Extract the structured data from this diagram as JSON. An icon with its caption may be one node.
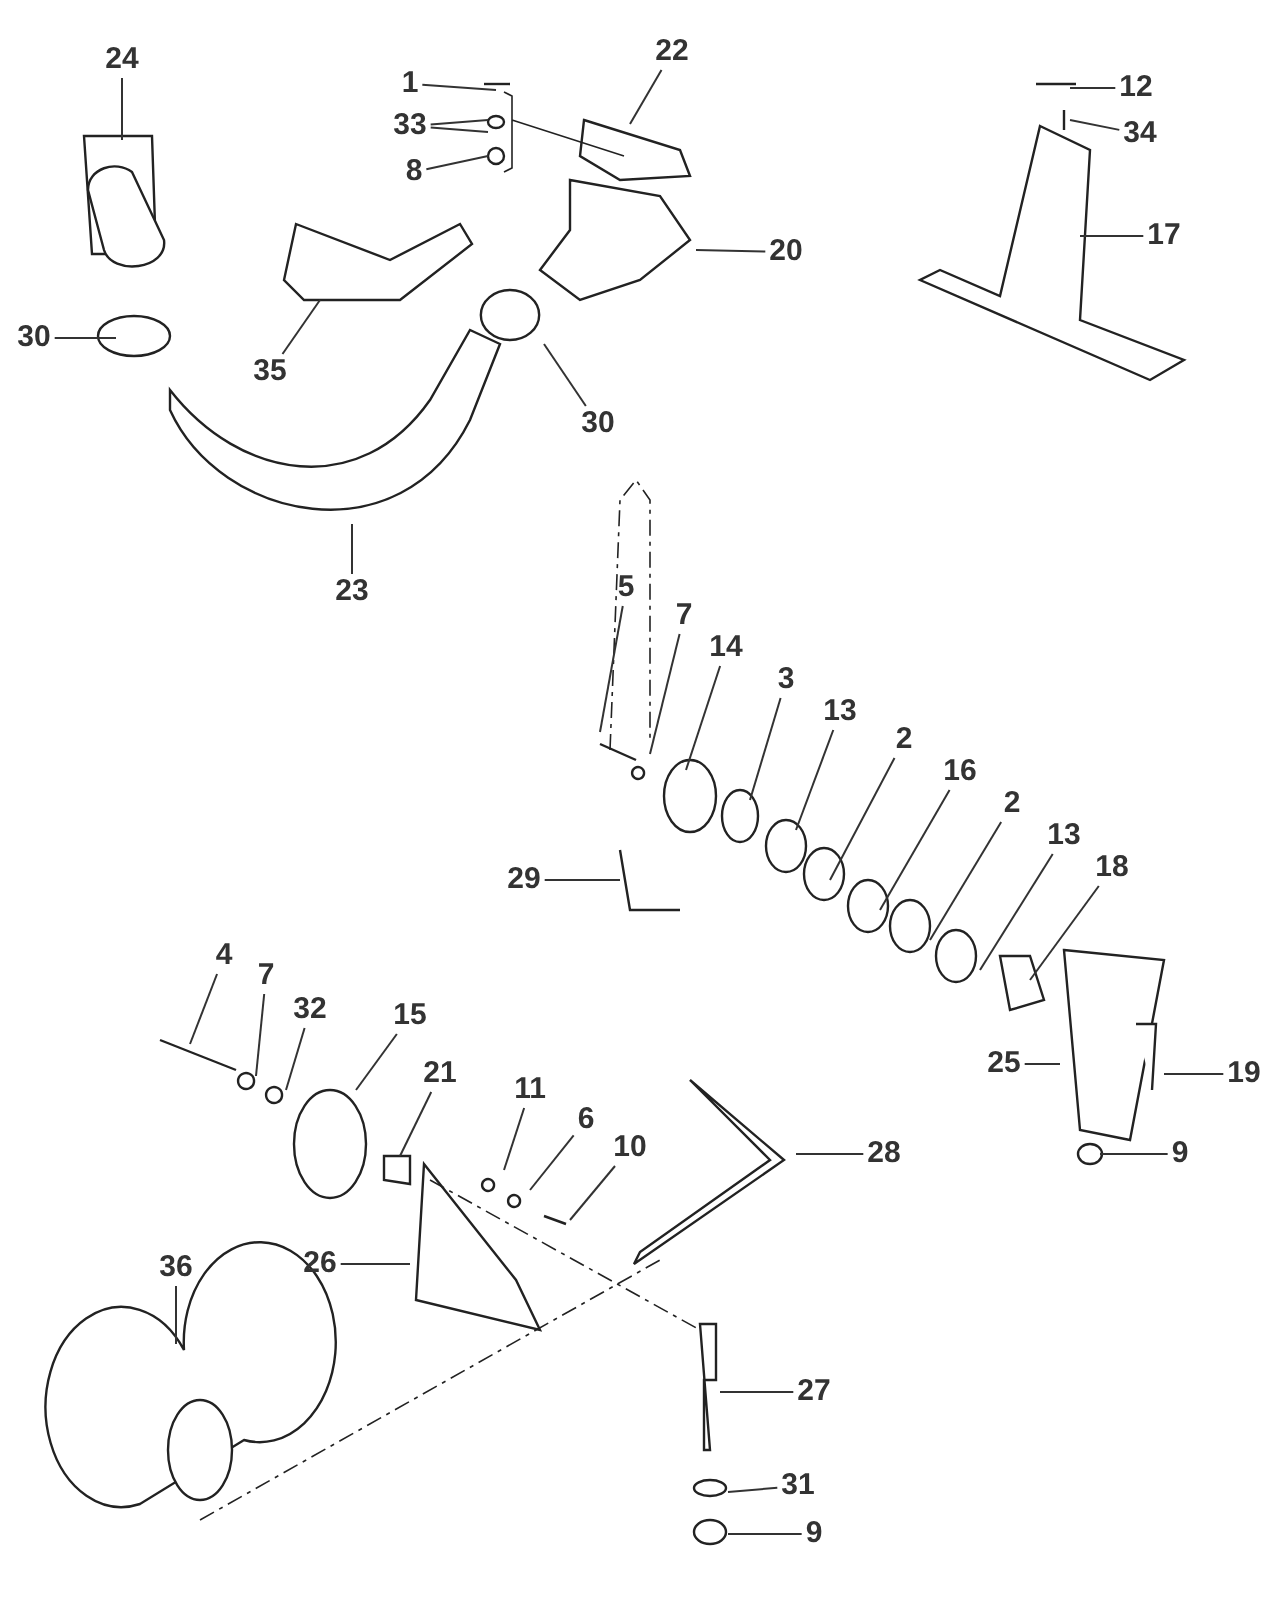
{
  "diagram": {
    "nodes": [
      {
        "text": [
          "24"
        ]
      },
      {
        "text": [
          "1"
        ]
      },
      {
        "text": [
          "33"
        ]
      },
      {
        "text": [
          "8"
        ]
      },
      {
        "text": [
          "22"
        ]
      },
      {
        "text": [
          "12"
        ]
      },
      {
        "text": [
          "34"
        ]
      },
      {
        "text": [
          "17"
        ]
      },
      {
        "text": [
          "20"
        ]
      },
      {
        "text": [
          "30"
        ]
      },
      {
        "text": [
          "35"
        ]
      },
      {
        "text": [
          "30"
        ]
      },
      {
        "text": [
          "23"
        ]
      },
      {
        "text": [
          "5"
        ]
      },
      {
        "text": [
          "7"
        ]
      },
      {
        "text": [
          "14"
        ]
      },
      {
        "text": [
          "3"
        ]
      },
      {
        "text": [
          "13"
        ]
      },
      {
        "text": [
          "2"
        ]
      },
      {
        "text": [
          "16"
        ]
      },
      {
        "text": [
          "2"
        ]
      },
      {
        "text": [
          "13"
        ]
      },
      {
        "text": [
          "18"
        ]
      },
      {
        "text": [
          "29"
        ]
      },
      {
        "text": [
          "4"
        ]
      },
      {
        "text": [
          "7"
        ]
      },
      {
        "text": [
          "32"
        ]
      },
      {
        "text": [
          "15"
        ]
      },
      {
        "text": [
          "25"
        ]
      },
      {
        "text": [
          "19"
        ]
      },
      {
        "text": [
          "21"
        ]
      },
      {
        "text": [
          "11"
        ]
      },
      {
        "text": [
          "6"
        ]
      },
      {
        "text": [
          "10"
        ]
      },
      {
        "text": [
          "28"
        ]
      },
      {
        "text": [
          "9"
        ]
      },
      {
        "text": [
          "26"
        ]
      },
      {
        "text": [
          "36"
        ]
      },
      {
        "text": [
          "27"
        ]
      },
      {
        "text": [
          "31"
        ]
      },
      {
        "text": [
          "9"
        ]
      }
    ],
    "edges": [
      {
        "from": 0,
        "to": null,
        "arrow": "none"
      },
      {
        "from": 1,
        "to": null,
        "arrow": "none"
      },
      {
        "from": 2,
        "to": null,
        "arrow": "none"
      },
      {
        "from": 2,
        "to": null,
        "arrow": "none"
      },
      {
        "from": 3,
        "to": null,
        "arrow": "none"
      },
      {
        "from": 4,
        "to": null,
        "arrow": "none"
      },
      {
        "from": 5,
        "to": null,
        "arrow": "none"
      },
      {
        "from": 6,
        "to": null,
        "arrow": "none"
      },
      {
        "from": 7,
        "to": null,
        "arrow": "none"
      },
      {
        "from": 8,
        "to": null,
        "arrow": "none"
      },
      {
        "from": 9,
        "to": null,
        "arrow": "none"
      },
      {
        "from": 10,
        "to": null,
        "arrow": "none"
      },
      {
        "from": 11,
        "to": null,
        "arrow": "none"
      },
      {
        "from": 12,
        "to": null,
        "arrow": "none"
      },
      {
        "from": 13,
        "to": null,
        "arrow": "none"
      },
      {
        "from": 14,
        "to": null,
        "arrow": "none"
      },
      {
        "from": 15,
        "to": null,
        "arrow": "none"
      },
      {
        "from": 16,
        "to": null,
        "arrow": "none"
      },
      {
        "from": 17,
        "to": null,
        "arrow": "none"
      },
      {
        "from": 18,
        "to": null,
        "arrow": "none"
      },
      {
        "from": 19,
        "to": null,
        "arrow": "none"
      },
      {
        "from": 20,
        "to": null,
        "arrow": "none"
      },
      {
        "from": 21,
        "to": null,
        "arrow": "none"
      },
      {
        "from": 22,
        "to": null,
        "arrow": "none"
      },
      {
        "from": 23,
        "to": null,
        "arrow": "none"
      },
      {
        "from": 24,
        "to": null,
        "arrow": "none"
      },
      {
        "from": 25,
        "to": null,
        "arrow": "none"
      },
      {
        "from": 26,
        "to": null,
        "arrow": "none"
      },
      {
        "from": 27,
        "to": null,
        "arrow": "none"
      },
      {
        "from": 28,
        "to": null,
        "arrow": "none"
      },
      {
        "from": 29,
        "to": null,
        "arrow": "none"
      },
      {
        "from": 30,
        "to": null,
        "arrow": "none"
      },
      {
        "from": 31,
        "to": null,
        "arrow": "none"
      },
      {
        "from": 32,
        "to": null,
        "arrow": "none"
      },
      {
        "from": 33,
        "to": null,
        "arrow": "none"
      },
      {
        "from": 34,
        "to": null,
        "arrow": "none"
      },
      {
        "from": 35,
        "to": null,
        "arrow": "none"
      },
      {
        "from": 36,
        "to": null,
        "arrow": "none"
      },
      {
        "from": 37,
        "to": null,
        "arrow": "none"
      },
      {
        "from": 38,
        "to": null,
        "arrow": "none"
      },
      {
        "from": 39,
        "to": null,
        "arrow": "none"
      },
      {
        "from": 40,
        "to": null,
        "arrow": "none"
      }
    ]
  }
}
